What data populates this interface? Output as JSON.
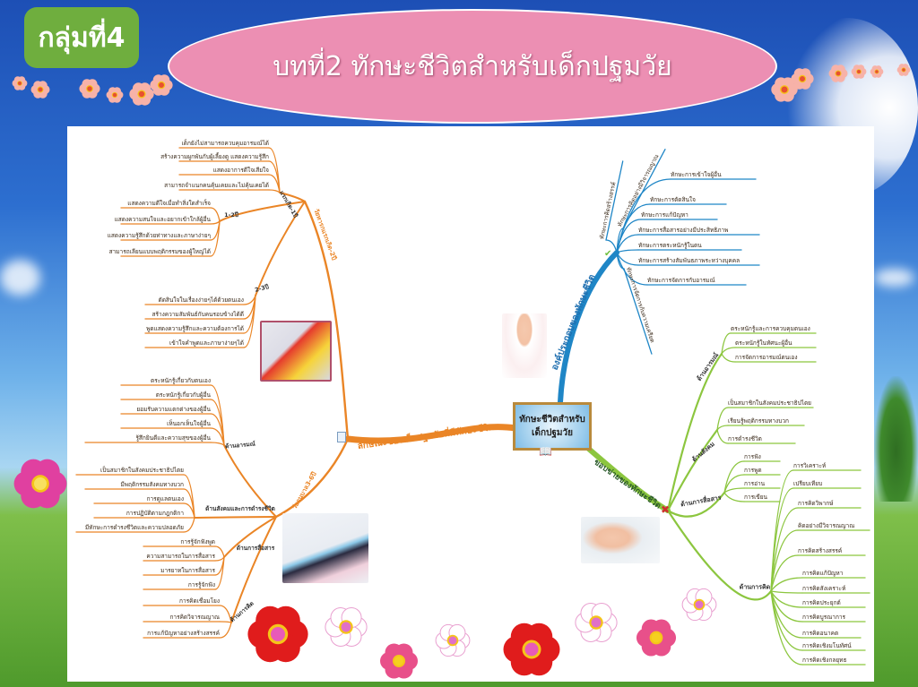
{
  "header": {
    "group_label": "กลุ่มที่4",
    "title": "บทที่2 ทักษะชีวิตสำหรับเด็กปฐมวัย"
  },
  "mindmap": {
    "center": "ทักษะชีวิตสำหรับเด็กปฐมวัย",
    "colors": {
      "blue": "#1f86c6",
      "green": "#8cc63f",
      "orange": "#ea8526"
    },
    "blue": {
      "label": "องค์ประกอบของทักษะชีวิต",
      "items": [
        "ทักษะการคิดสร้างสรรค์",
        "ทักษะการคิดอย่างมีวิจารณญาณ",
        "ทักษะการเข้าใจผู้อื่น",
        "ทักษะการตัดสินใจ",
        "ทักษะการแก้ปัญหา",
        "ทักษะการสื่อสารอย่างมีประสิทธิภาพ",
        "ทักษะการตระหนักรู้ในตน",
        "ทักษะการสร้างสัมพันธภาพระหว่างบุคคล",
        "ทักษะการจัดการกับอารมณ์",
        "ทักษะการจัดการกับความเครียด"
      ]
    },
    "green": {
      "label": "ขอบข่ายของทักษะชีวิต",
      "groups": [
        {
          "label": "ด้านอารมณ์",
          "items": [
            "ตระหนักรู้และการควบคุมตนเอง",
            "ตระหนักรู้ในทัศนะผู้อื่น",
            "การจัดการอารมณ์ตนเอง"
          ]
        },
        {
          "label": "ด้านสังคม",
          "items": [
            "เป็นสมาชิกในสังคมประชาธิปไตย",
            "เรียนรู้พฤติกรรมทางบวก",
            "การดำรงชีวิต"
          ]
        },
        {
          "label": "ด้านการสื่อสาร",
          "items": [
            "การฟัง",
            "การพูด",
            "การอ่าน",
            "การเขียน"
          ]
        },
        {
          "label": "ด้านการคิด",
          "items": [
            "การวิเคราะห์",
            "เปรียบเทียบ",
            "การคิดวิพากษ์",
            "คิดอย่างมีวิจารณญาณ",
            "การคิดสร้างสรรค์",
            "การคิดแก้ปัญหา",
            "การคิดสังเคราะห์",
            "การคิดประยุกต์",
            "การคิดบูรณาการ",
            "การคิดอนาคต",
            "การคิดเชิงมโนทัศน์",
            "การคิดเชิงกลยุทธ"
          ]
        }
      ]
    },
    "orange": {
      "label": "ลักษณะของเด็กปฐมวัยที่มีทักษะชีวิต",
      "ages": [
        {
          "label": "วัยทารกแรกเกิด-2ปี",
          "groups": [
            {
              "label": "แรกเกิด-1ปี",
              "items": [
                "เด็กยังไม่สามารถควบคุมอารมณ์ได้",
                "สร้างความผูกพันกับผู้เลี้ยงดู แสดงความรู้สึก",
                "แสดงอาการดีใจเสียใจ",
                "สามารถจำแนกคนคุ้นเคยและไม่คุ้นเคยได้"
              ]
            },
            {
              "label": "1-2ปี",
              "items": [
                "แสดงความดีใจเมื่อทำสิ่งใดสำเร็จ",
                "แสดงความสนใจและอยากเข้าใกล้ผู้อื่น",
                "แสดงความรู้สึกด้วยท่าทางและภาษาง่ายๆ",
                "สามารถเลียนแบบพฤติกรรมของผู้ใหญ่ได้"
              ]
            },
            {
              "label": "2-3ปี",
              "items": [
                "ตัดสินใจในเรื่องง่ายๆได้ด้วยตนเอง",
                "สร้างความสัมพันธ์กับคนรอบข้างได้ดี",
                "พูดแสดงความรู้สึกและความต้องการได้",
                "เข้าใจคำพูดและภาษาง่ายๆได้"
              ]
            }
          ]
        },
        {
          "label": "วัยอนุบาล3-6ปี",
          "groups": [
            {
              "label": "ด้านอารมณ์",
              "items": [
                "ตระหนักรู้เกี่ยวกับตนเอง",
                "ตระหนักรู้เกี่ยวกับผู้อื่น",
                "ยอมรับความแตกต่างของผู้อื่น",
                "เห็นอกเห็นใจผู้อื่น",
                "รู้สึกยินดีและความสุขของผู้อื่น"
              ]
            },
            {
              "label": "ด้านสังคมและการดำรงชีวิต",
              "items": [
                "เป็นสมาชิกในสังคมประชาธิปไตย",
                "มีพฤติกรรมสังคมทางบวก",
                "การดูแลตนเอง",
                "การปฏิบัติตามกฎกติกา",
                "มีทักษะการดำรงชีวิตและความปลอดภัย"
              ]
            },
            {
              "label": "ด้านการสื่อสาร",
              "items": [
                "การรู้จักฟังพูด",
                "ความสามารถในการสื่อสาร",
                "มารยาทในการสื่อสาร",
                "การรู้จักฟัง"
              ]
            },
            {
              "label": "ด้านการคิด",
              "items": [
                "การคิดเชื่อมโยง",
                "การคิดวิจารณญาณ",
                "การแก้ปัญหาอย่างสร้างสรรค์"
              ]
            }
          ]
        }
      ]
    }
  }
}
